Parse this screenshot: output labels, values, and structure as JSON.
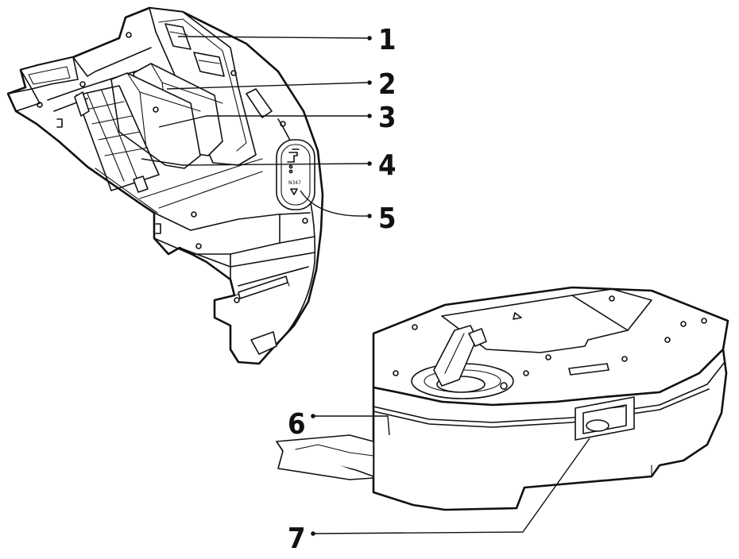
{
  "callouts": [
    {
      "id": 1,
      "label": "1"
    },
    {
      "id": 2,
      "label": "2"
    },
    {
      "id": 3,
      "label": "3"
    },
    {
      "id": 4,
      "label": "4"
    },
    {
      "id": 5,
      "label": "5"
    },
    {
      "id": 6,
      "label": "6"
    },
    {
      "id": 7,
      "label": "7"
    }
  ],
  "drawing": {
    "line_color": "#111111",
    "background": "#ffffff",
    "small_mark": "N347"
  }
}
